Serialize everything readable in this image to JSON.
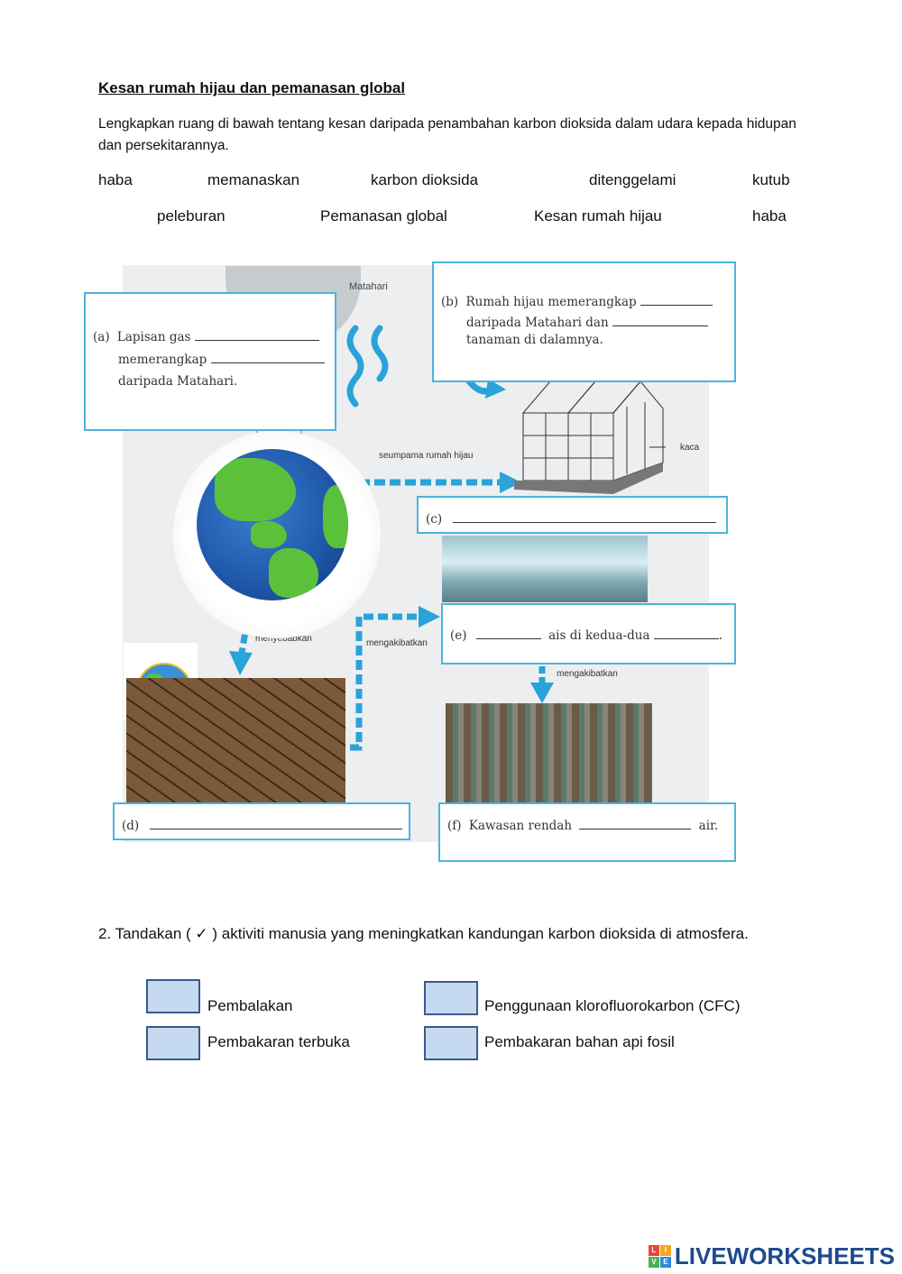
{
  "title": "Kesan rumah hijau dan pemanasan global",
  "instruction": "Lengkapkan ruang di bawah tentang kesan daripada penambahan karbon dioksida dalam udara kepada hidupan dan persekitarannya.",
  "word_bank": [
    "haba",
    "memanaskan",
    "karbon dioksida",
    "ditenggelami",
    "kutub",
    "peleburan",
    "Pemanasan global",
    "Kesan rumah hijau",
    "haba"
  ],
  "diagram": {
    "sun_label": "Matahari",
    "box_a": {
      "label": "(a)",
      "line1": "Lapisan gas",
      "line2": "memerangkap",
      "line3": "daripada Matahari."
    },
    "box_b": {
      "label": "(b)",
      "line1": "Rumah hijau memerangkap",
      "line2": "daripada Matahari dan",
      "line3": "tanaman di dalamnya."
    },
    "box_c": {
      "label": "(c)"
    },
    "box_d": {
      "label": "(d)"
    },
    "box_e": {
      "label": "(e)",
      "text1": "ais di kedua-dua"
    },
    "box_f": {
      "label": "(f)",
      "text1": "Kawasan rendah",
      "text2": "air."
    },
    "label_seumpama": "seumpama rumah hijau",
    "label_kaca": "kaca",
    "label_menyebabkan": "menyebabkan",
    "label_mengakibatkan_1": "mengakibatkan",
    "label_mengakibatkan_2": "mengakibatkan"
  },
  "question2": "2.  Tandakan ( ✓ ) aktiviti manusia yang meningkatkan kandungan karbon dioksida di atmosfera.",
  "options": [
    "Pembalakan",
    "Penggunaan klorofluorokarbon (CFC)",
    "Pembakaran terbuka",
    "Pembakaran bahan api fosil"
  ],
  "logo_text": "LIVEWORKSHEETS",
  "logo_letters": [
    "L",
    "I",
    "V",
    "E"
  ],
  "colors": {
    "box_border": "#4db3dd",
    "arrow": "#29a3d8",
    "checkbox_fill": "#c5d9f1"
  }
}
